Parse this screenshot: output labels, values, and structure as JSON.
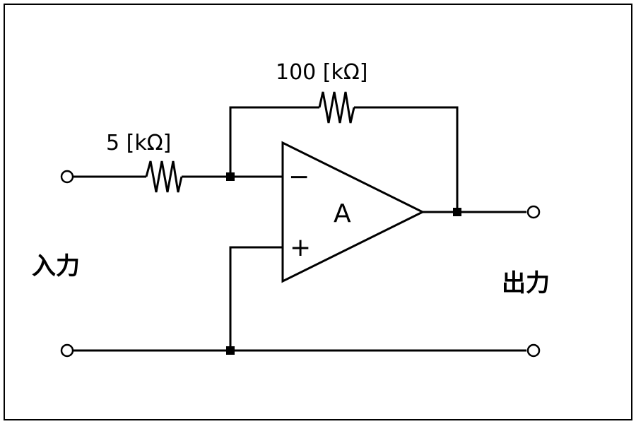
{
  "labels": {
    "feedback_resistor": "100 [kΩ]",
    "input_resistor": "5 [kΩ]",
    "amplifier": "A",
    "minus_sign": "−",
    "plus_sign": "+",
    "input": "入力",
    "output": "出力"
  }
}
